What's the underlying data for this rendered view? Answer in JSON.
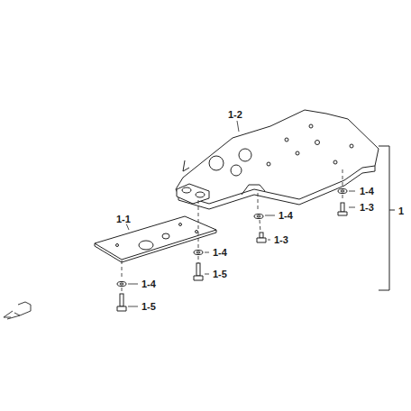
{
  "diagram": {
    "labels": [
      "1-2",
      "1-4",
      "1-3",
      "1",
      "1-1",
      "1-4",
      "1-3",
      "1-4",
      "1-5",
      "1-4",
      "1-5"
    ]
  }
}
